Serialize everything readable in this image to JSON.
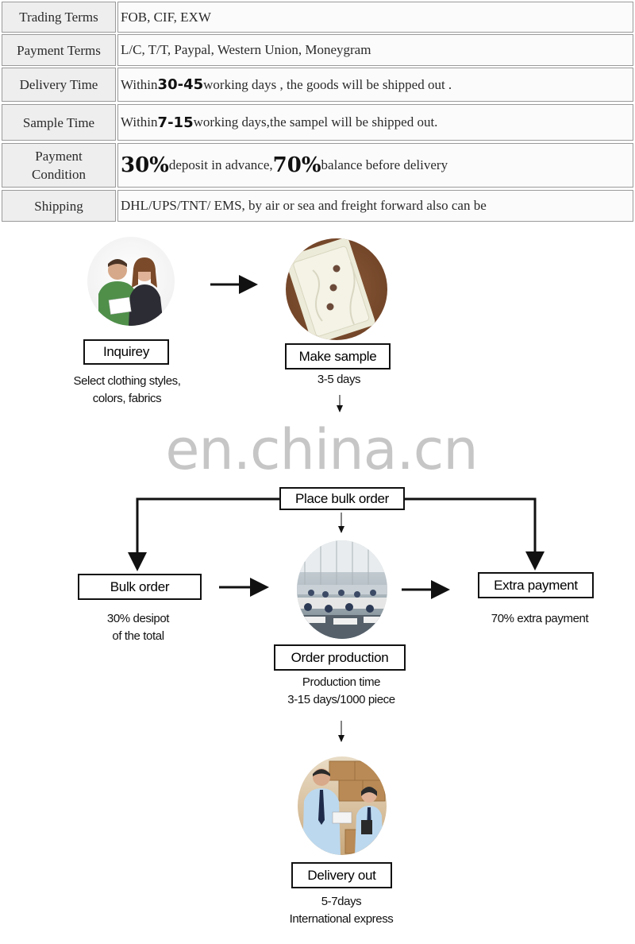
{
  "table": {
    "rows": [
      {
        "label": "Trading Terms",
        "value": "FOB, CIF, EXW"
      },
      {
        "label": "Payment Terms",
        "value": "L/C, T/T, Paypal, Western Union, Moneygram"
      },
      {
        "label": "Delivery Time",
        "pre": "Within ",
        "bold": "30-45",
        "post": "working days , the goods will be shipped out ."
      },
      {
        "label": "Sample Time",
        "pre": "Within ",
        "bold": "7-15",
        "post": "working days,the sampel will be shipped out."
      },
      {
        "label_line1": "Payment",
        "label_line2": "Condition",
        "bold1": "30%",
        "mid": "deposit in advance, ",
        "bold2": "70%",
        "post": "balance before delivery"
      },
      {
        "label": "Shipping",
        "value": "DHL/UPS/TNT/ EMS, by air or sea and freight forward also can be"
      }
    ]
  },
  "flow": {
    "inquiry": {
      "label": "Inquirey",
      "caption_line1": "Select clothing styles,",
      "caption_line2": "colors, fabrics"
    },
    "sample": {
      "label": "Make sample",
      "caption": "3-5 days"
    },
    "place_order": {
      "label": "Place  bulk order"
    },
    "bulk_order": {
      "label": "Bulk order",
      "caption_line1": "30% desipot",
      "caption_line2": "of the total"
    },
    "production": {
      "label": "Order production",
      "caption_line1": "Production time",
      "caption_line2": "3-15 days/1000 piece"
    },
    "extra_payment": {
      "label": "Extra payment",
      "caption": "70% extra payment"
    },
    "delivery": {
      "label": "Delivery out",
      "caption_line1": "5-7days",
      "caption_line2": "International express"
    }
  },
  "watermark": "en.china.cn"
}
